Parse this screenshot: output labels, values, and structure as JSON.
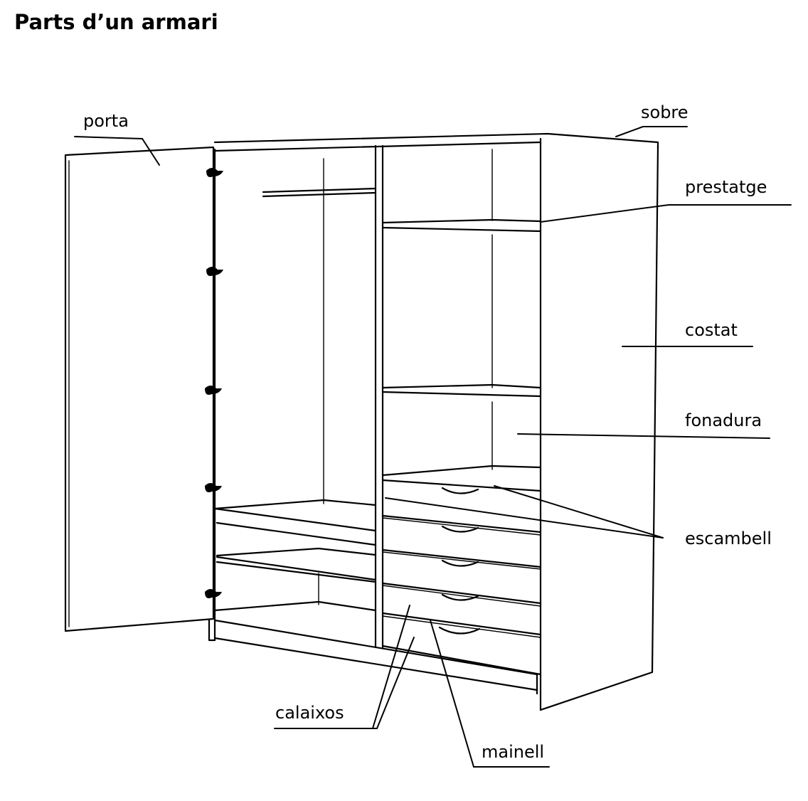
{
  "title": "Parts d’un armari",
  "labels": {
    "porta": "porta",
    "sobre": "sobre",
    "prestatge": "prestatge",
    "costat": "costat",
    "fonadura": "fonadura",
    "escambell": "escambell",
    "calaixos": "calaixos",
    "mainell": "mainell"
  }
}
